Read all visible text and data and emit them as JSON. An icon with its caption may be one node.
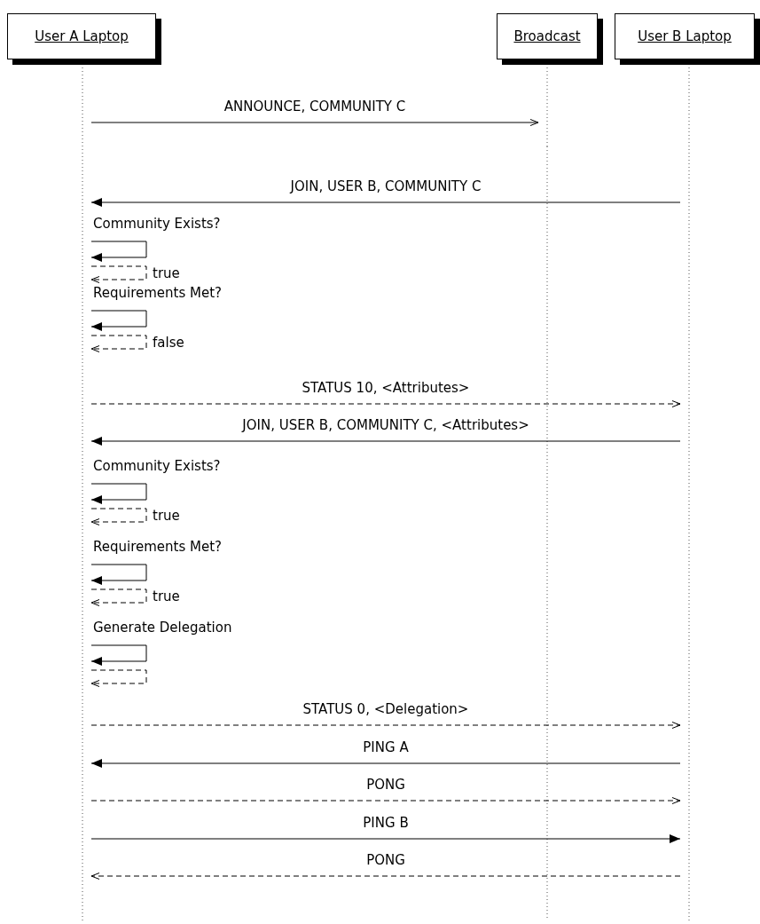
{
  "diagram": {
    "nodes": [
      {
        "text": [
          "User A Laptop"
        ]
      },
      {
        "text": [
          "Broadcast"
        ]
      },
      {
        "text": [
          "User B Laptop"
        ]
      }
    ],
    "edges": [
      {
        "from": 0,
        "to": 1,
        "arrow": "to",
        "label": "ANNOUNCE, COMMUNITY C"
      },
      {
        "from": 2,
        "to": 0,
        "arrow": "to",
        "label": "JOIN, USER B, COMMUNITY C"
      },
      {
        "from": 0,
        "to": 0,
        "arrow": "to",
        "label": "Community Exists?"
      },
      {
        "from": 0,
        "to": 0,
        "arrow": "to",
        "label": "true",
        "style": "dashed"
      },
      {
        "from": 0,
        "to": 0,
        "arrow": "to",
        "label": "Requirements Met?"
      },
      {
        "from": 0,
        "to": 0,
        "arrow": "to",
        "label": "false",
        "style": "dashed"
      },
      {
        "from": 0,
        "to": 2,
        "arrow": "to",
        "label": "STATUS 10, <Attributes>",
        "style": "dashed"
      },
      {
        "from": 2,
        "to": 0,
        "arrow": "to",
        "label": "JOIN, USER B, COMMUNITY C, <Attributes>"
      },
      {
        "from": 0,
        "to": 0,
        "arrow": "to",
        "label": "Community Exists?"
      },
      {
        "from": 0,
        "to": 0,
        "arrow": "to",
        "label": "true",
        "style": "dashed"
      },
      {
        "from": 0,
        "to": 0,
        "arrow": "to",
        "label": "Requirements Met?"
      },
      {
        "from": 0,
        "to": 0,
        "arrow": "to",
        "label": "true",
        "style": "dashed"
      },
      {
        "from": 0,
        "to": 0,
        "arrow": "to",
        "label": "Generate Delegation"
      },
      {
        "from": 0,
        "to": 0,
        "arrow": "to",
        "style": "dashed"
      },
      {
        "from": 0,
        "to": 2,
        "arrow": "to",
        "label": "STATUS 0, <Delegation>",
        "style": "dashed"
      },
      {
        "from": 2,
        "to": 0,
        "arrow": "to",
        "label": "PING A"
      },
      {
        "from": 0,
        "to": 2,
        "arrow": "to",
        "label": "PONG",
        "style": "dashed"
      },
      {
        "from": 0,
        "to": 2,
        "arrow": "to",
        "label": "PING B"
      },
      {
        "from": 2,
        "to": 0,
        "arrow": "to",
        "label": "PONG",
        "style": "dashed"
      }
    ]
  }
}
